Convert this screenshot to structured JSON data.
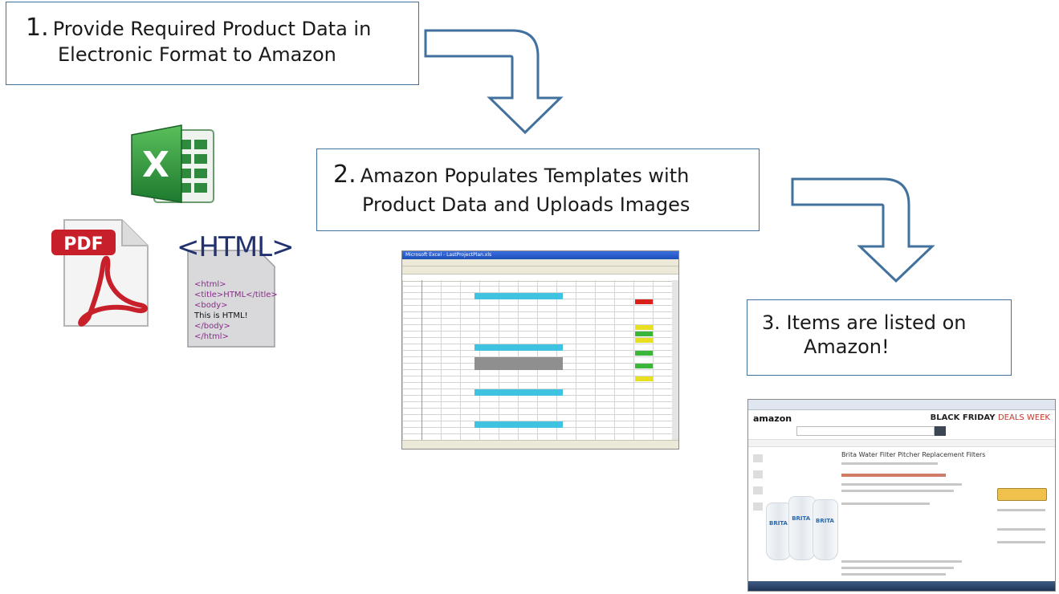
{
  "steps": [
    {
      "number": "1.",
      "line1": "Provide Required Product Data in",
      "line2": "Electronic Format to Amazon"
    },
    {
      "number": "2.",
      "line1": "Amazon Populates Templates with",
      "line2": "Product Data and Uploads Images"
    },
    {
      "number": "",
      "line1": "3. Items are listed on",
      "line2": "Amazon!"
    }
  ],
  "icons": {
    "excel": {
      "name": "excel-icon",
      "letter": "X",
      "color": "#2d8a3e"
    },
    "pdf": {
      "name": "pdf-icon",
      "badge": "PDF",
      "color": "#c8202a"
    },
    "html": {
      "name": "html-document-icon",
      "heading": "<HTML>",
      "code_lines": [
        "<html>",
        "<title>HTML</title>",
        "<body>",
        "This is HTML!",
        "</body>",
        "</html>"
      ]
    }
  },
  "screenshots": {
    "spreadsheet": {
      "name": "spreadsheet-screenshot",
      "title": "Microsoft Excel - LastProjectPlan.xls"
    },
    "amazon": {
      "name": "amazon-listing-screenshot",
      "logo": "amazon",
      "banner_main": "BLACK FRIDAY",
      "banner_accent": "DEALS WEEK",
      "product_title": "Brita Water Filter Pitcher Replacement Filters",
      "brand_label": "BRITA"
    }
  },
  "colors": {
    "box_border": "#41719c",
    "arrow_stroke": "#41719c",
    "text": "#1a1a1a"
  }
}
